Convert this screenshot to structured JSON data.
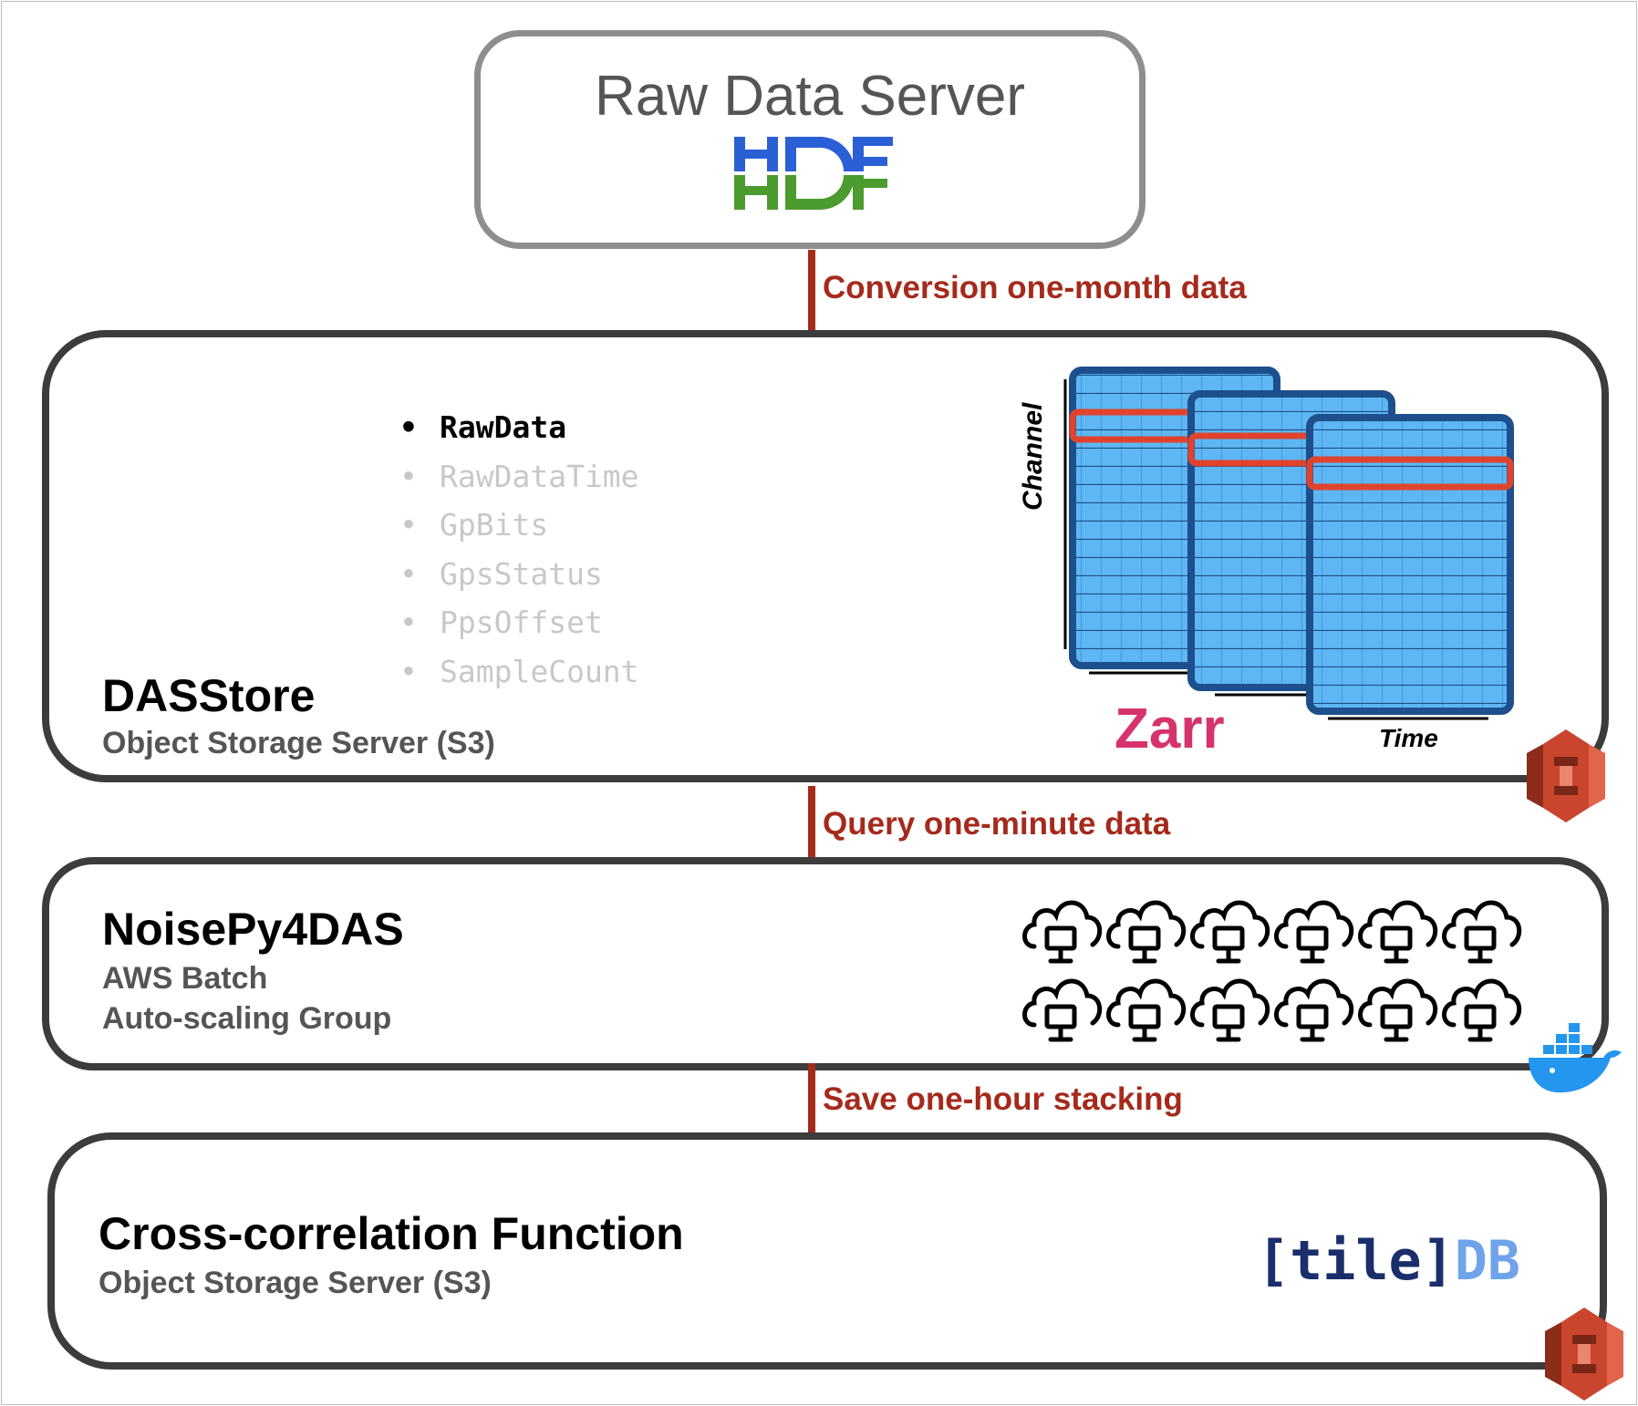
{
  "raw_server": {
    "title": "Raw Data Server",
    "logo": {
      "name": "hdf-logo",
      "text": "HDF",
      "colors": [
        "#2a5fd6",
        "#4b9b2f"
      ]
    }
  },
  "arrows": [
    {
      "label": "Conversion one-month data"
    },
    {
      "label": "Query one-minute data"
    },
    {
      "label": "Save one-hour stacking"
    }
  ],
  "dasstore": {
    "title": "DASStore",
    "subtitle": "Object Storage Server (S3)",
    "datasets": [
      {
        "bullet": "•",
        "name": "RawData",
        "active": true
      },
      {
        "bullet": "•",
        "name": "RawDataTime",
        "active": false
      },
      {
        "bullet": "•",
        "name": "GpBits",
        "active": false
      },
      {
        "bullet": "•",
        "name": "GpsStatus",
        "active": false
      },
      {
        "bullet": "•",
        "name": "PpsOffset",
        "active": false
      },
      {
        "bullet": "•",
        "name": "SampleCount",
        "active": false
      }
    ],
    "zarr_label": "Zarr",
    "channel_label": "Channel",
    "time_label": "Time",
    "icon": "aws-s3-icon"
  },
  "noisepy": {
    "title": "NoisePy4DAS",
    "subtitle_1": "AWS Batch",
    "subtitle_2": "Auto-scaling Group",
    "icon": "docker-icon",
    "cloud_icon": "cloud-computer-icon"
  },
  "ccf": {
    "title": "Cross-correlation Function",
    "subtitle": "Object Storage Server (S3)",
    "tiledb_left": "[tile]",
    "tiledb_right": "DB",
    "icon": "aws-s3-icon"
  },
  "colors": {
    "arrow": "#a52a1c",
    "grid_fill": "#5eb6f2",
    "grid_border": "#1d4f8c",
    "highlight": "#e0432d",
    "zarr": "#d6336c",
    "s3": "#c9452e"
  }
}
